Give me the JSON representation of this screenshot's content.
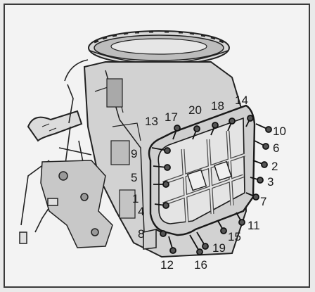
{
  "diagram": {
    "bolt_labels": [
      {
        "n": "13"
      },
      {
        "n": "17"
      },
      {
        "n": "20"
      },
      {
        "n": "18"
      },
      {
        "n": "14"
      },
      {
        "n": "10"
      },
      {
        "n": "6"
      },
      {
        "n": "2"
      },
      {
        "n": "3"
      },
      {
        "n": "7"
      },
      {
        "n": "11"
      },
      {
        "n": "15"
      },
      {
        "n": "19"
      },
      {
        "n": "16"
      },
      {
        "n": "12"
      },
      {
        "n": "8"
      },
      {
        "n": "4"
      },
      {
        "n": "1"
      },
      {
        "n": "5"
      },
      {
        "n": "9"
      }
    ]
  },
  "colors": {
    "ink": "#1a1a1a",
    "metal": "#d8d8d8",
    "background": "#f3f3f3"
  }
}
